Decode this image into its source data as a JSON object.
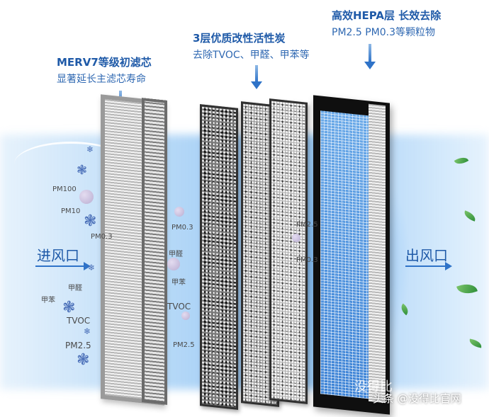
{
  "callouts": {
    "merv": {
      "title": "MERV7等级初滤芯",
      "subtitle": "显著延长主滤芯寿命"
    },
    "carbon": {
      "title": "3层优质改性活性炭",
      "subtitle": "去除TVOC、甲醛、甲苯等"
    },
    "hepa": {
      "title": "高效HEPA层 长效去除",
      "subtitle": "PM2.5  PM0.3等颗粒物"
    }
  },
  "ports": {
    "inlet": "进风口",
    "outlet": "出风口"
  },
  "particles_left": [
    "PM100",
    "PM10",
    "PM0.3",
    "甲醛",
    "甲苯",
    "TVOC",
    "PM2.5"
  ],
  "particles_mid": [
    "PM0.3",
    "甲醛",
    "甲苯",
    "TVOC",
    "PM2.5"
  ],
  "particles_right": [
    "PM2.5",
    "PM0.3"
  ],
  "watermark": "没得比",
  "credit": "头条 @没得比官网",
  "colors": {
    "accent": "#1f5aa8",
    "airflow": "#8cc3f5",
    "leaf": "#3a9a45"
  }
}
